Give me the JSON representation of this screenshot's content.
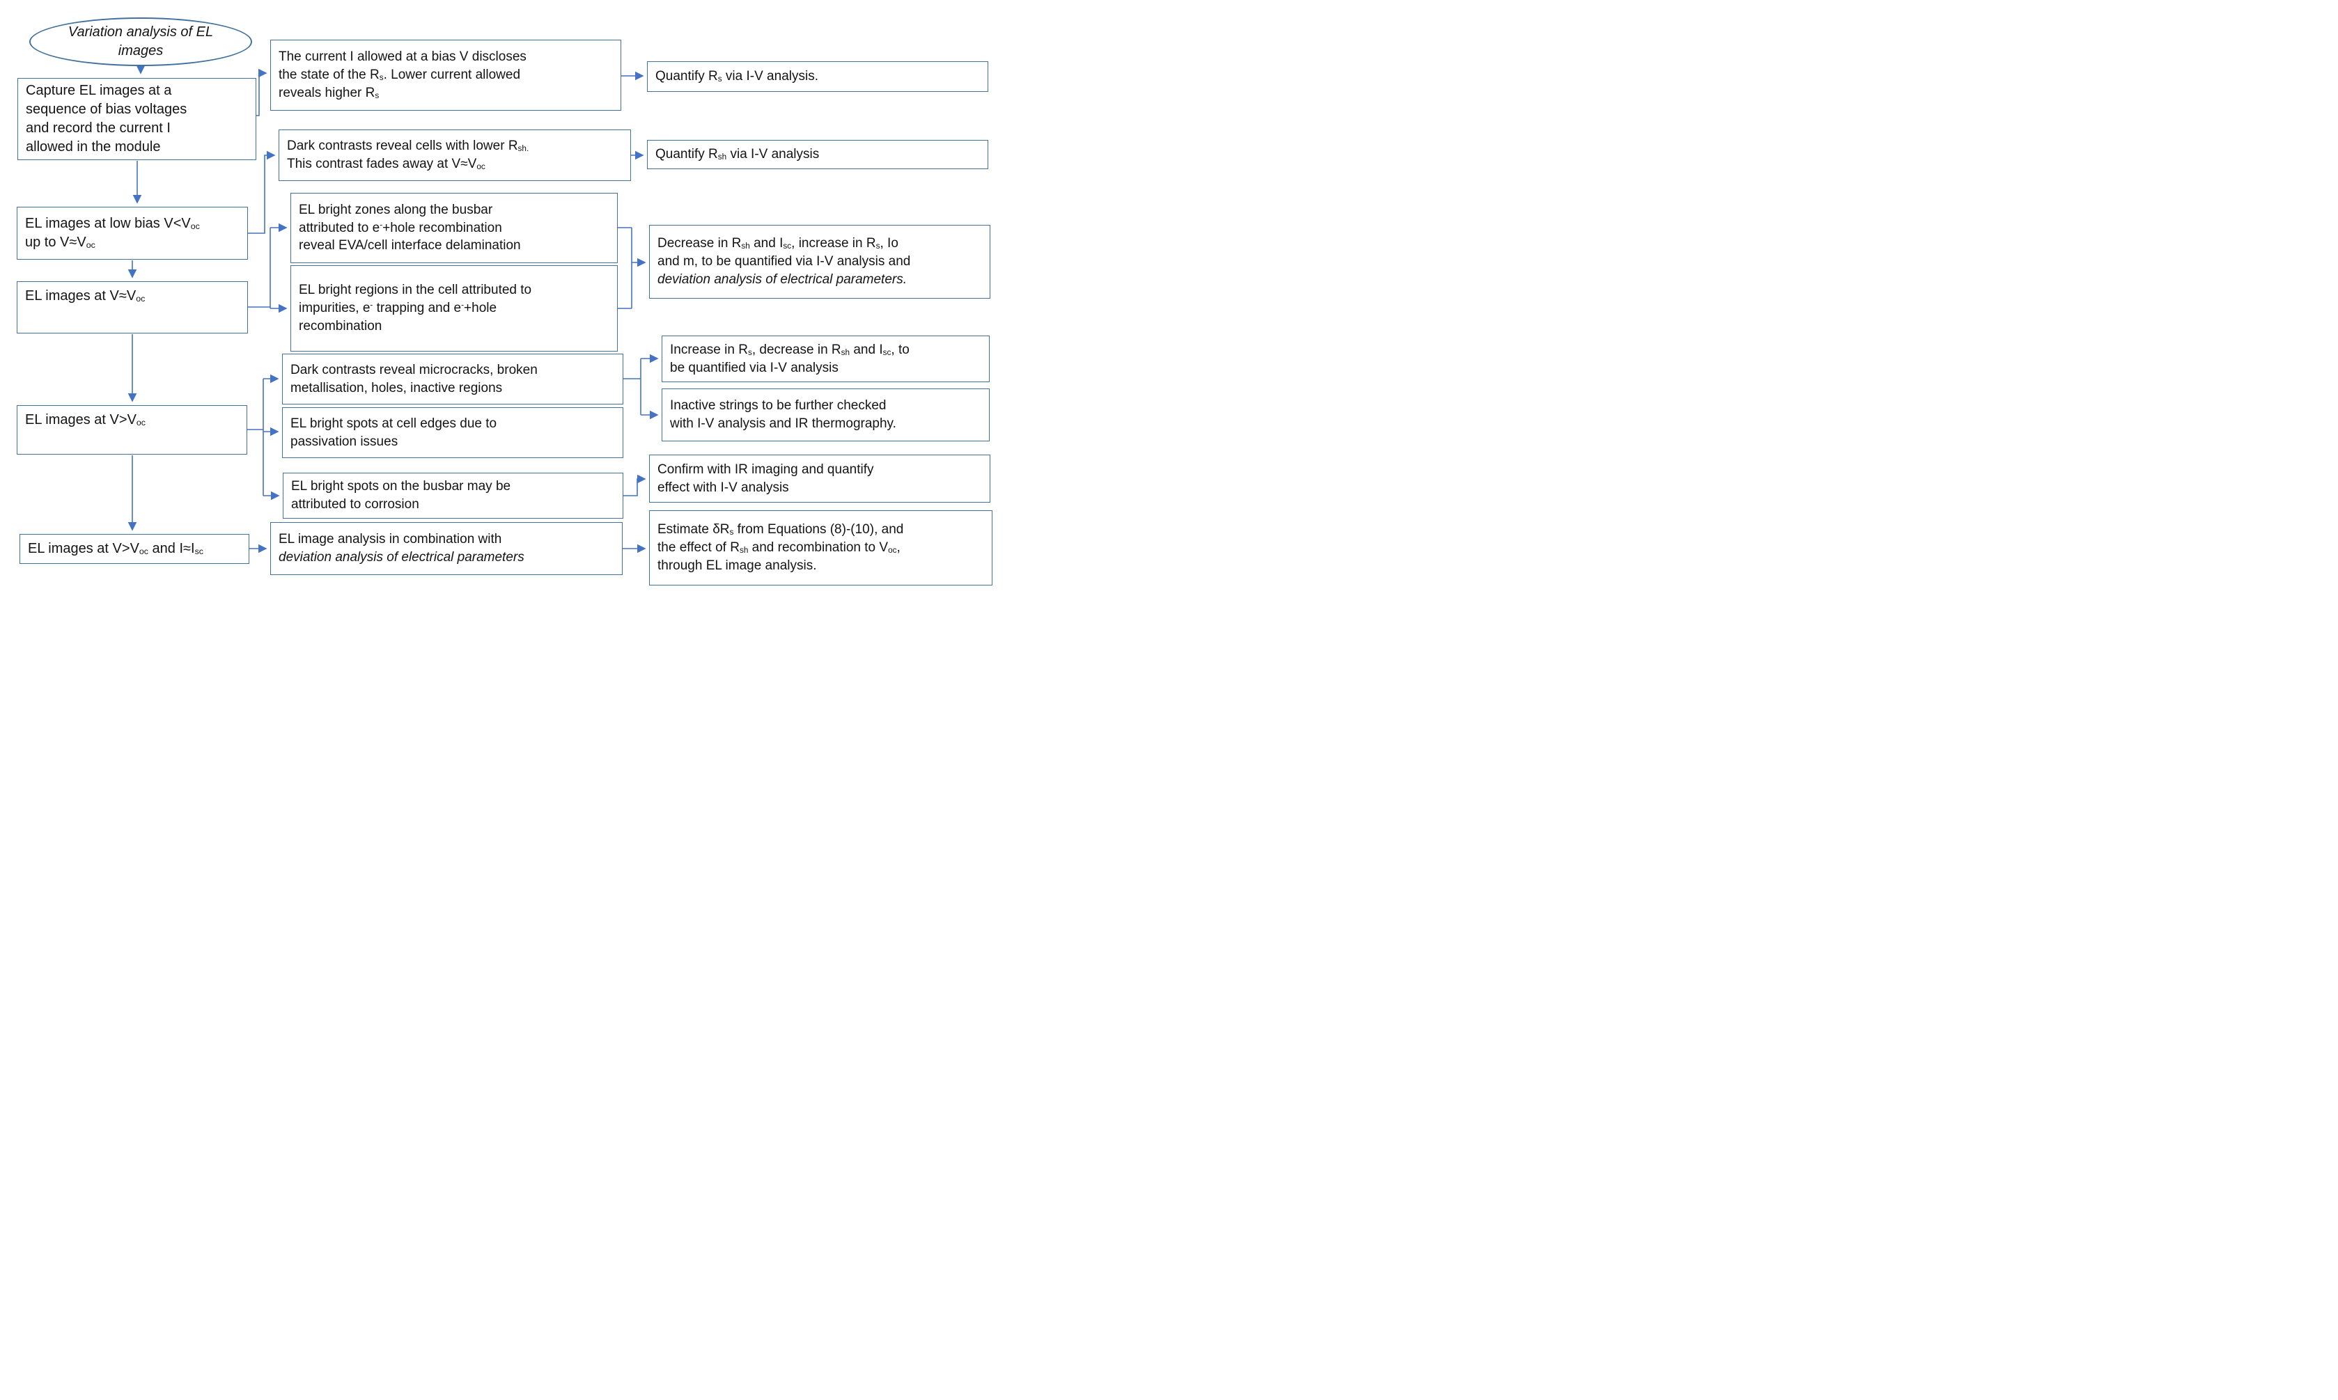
{
  "diagram_title": "Variation analysis of EL images",
  "colors": {
    "box_border": "#41719C",
    "connector": "#4472C4",
    "text": "#141414",
    "background": "#ffffff"
  },
  "nodes": {
    "start": {
      "lines": [
        [
          {
            "t": "Variation analysis of EL",
            "i": true
          }
        ],
        [
          {
            "t": "images",
            "i": true
          }
        ]
      ]
    },
    "a": {
      "lines": [
        [
          {
            "t": "Capture EL images at a"
          }
        ],
        [
          {
            "t": "sequence of bias voltages"
          }
        ],
        [
          {
            "t": "and record the current I"
          }
        ],
        [
          {
            "t": "allowed in the module"
          }
        ]
      ]
    },
    "b": {
      "lines": [
        [
          {
            "t": "EL images at low bias V<V"
          },
          {
            "t": "oc",
            "sub": true
          }
        ],
        [
          {
            "t": "up to V≈V"
          },
          {
            "t": "oc",
            "sub": true
          }
        ]
      ]
    },
    "c": {
      "lines": [
        [
          {
            "t": "EL images at V≈V"
          },
          {
            "t": "oc",
            "sub": true
          }
        ]
      ]
    },
    "d": {
      "lines": [
        [
          {
            "t": "EL images at V>V"
          },
          {
            "t": "oc",
            "sub": true
          }
        ]
      ]
    },
    "e": {
      "lines": [
        [
          {
            "t": "EL images at V>V"
          },
          {
            "t": "oc",
            "sub": true
          },
          {
            "t": " and I≈I"
          },
          {
            "t": "sc",
            "sub": true
          }
        ]
      ]
    },
    "m1": {
      "lines": [
        [
          {
            "t": "The current I allowed at a bias V discloses"
          }
        ],
        [
          {
            "t": "the state of the R"
          },
          {
            "t": "s",
            "sub": true
          },
          {
            "t": ". Lower current allowed"
          }
        ],
        [
          {
            "t": "reveals higher R"
          },
          {
            "t": "s",
            "sub": true
          }
        ]
      ]
    },
    "m2": {
      "lines": [
        [
          {
            "t": "Dark contrasts reveal cells with lower R"
          },
          {
            "t": "sh.",
            "sub": true
          }
        ],
        [
          {
            "t": "This contrast fades away at V≈V"
          },
          {
            "t": "oc",
            "sub": true
          }
        ]
      ]
    },
    "m3": {
      "lines": [
        [
          {
            "t": "EL bright zones along the busbar"
          }
        ],
        [
          {
            "t": "attributed to e"
          },
          {
            "t": "-",
            "sup": true
          },
          {
            "t": "+hole recombination"
          }
        ],
        [
          {
            "t": "reveal EVA/cell interface delamination"
          }
        ]
      ]
    },
    "m4": {
      "lines": [
        [
          {
            "t": "EL bright regions in the cell attributed to"
          }
        ],
        [
          {
            "t": "impurities, e"
          },
          {
            "t": "-",
            "sup": true
          },
          {
            "t": " trapping and e"
          },
          {
            "t": "-",
            "sup": true
          },
          {
            "t": "+hole"
          }
        ],
        [
          {
            "t": "recombination"
          }
        ]
      ]
    },
    "m5": {
      "lines": [
        [
          {
            "t": "Dark contrasts reveal microcracks, broken"
          }
        ],
        [
          {
            "t": "metallisation, holes, inactive regions"
          }
        ]
      ]
    },
    "m6": {
      "lines": [
        [
          {
            "t": "EL bright spots at cell edges due to"
          }
        ],
        [
          {
            "t": "passivation issues"
          }
        ]
      ]
    },
    "m7": {
      "lines": [
        [
          {
            "t": "EL bright spots on the busbar may be"
          }
        ],
        [
          {
            "t": "attributed to corrosion"
          }
        ]
      ]
    },
    "m8": {
      "lines": [
        [
          {
            "t": "EL image analysis in combination with"
          }
        ],
        [
          {
            "t": "deviation analysis of electrical parameters",
            "i": true
          }
        ]
      ]
    },
    "r1": {
      "lines": [
        [
          {
            "t": "Quantify R"
          },
          {
            "t": "s",
            "sub": true
          },
          {
            "t": " via I-V analysis."
          }
        ]
      ]
    },
    "r2": {
      "lines": [
        [
          {
            "t": "Quantify R"
          },
          {
            "t": "sh",
            "sub": true
          },
          {
            "t": " via I-V analysis"
          }
        ]
      ]
    },
    "r3": {
      "lines": [
        [
          {
            "t": "Decrease in R"
          },
          {
            "t": "sh",
            "sub": true
          },
          {
            "t": " and I"
          },
          {
            "t": "sc",
            "sub": true
          },
          {
            "t": ", increase in R"
          },
          {
            "t": "s",
            "sub": true
          },
          {
            "t": ", Io"
          }
        ],
        [
          {
            "t": "and m, to be quantified via I-V analysis and"
          }
        ],
        [
          {
            "t": "deviation analysis of electrical parameters.",
            "i": true
          }
        ]
      ]
    },
    "r4": {
      "lines": [
        [
          {
            "t": "Increase in R"
          },
          {
            "t": "s",
            "sub": true
          },
          {
            "t": ", decrease in R"
          },
          {
            "t": "sh",
            "sub": true
          },
          {
            "t": " and I"
          },
          {
            "t": "sc",
            "sub": true
          },
          {
            "t": ", to"
          }
        ],
        [
          {
            "t": "be quantified via I-V analysis"
          }
        ]
      ]
    },
    "r5": {
      "lines": [
        [
          {
            "t": "Inactive strings to be further checked"
          }
        ],
        [
          {
            "t": "with I-V analysis and IR thermography."
          }
        ]
      ]
    },
    "r6": {
      "lines": [
        [
          {
            "t": "Confirm with IR imaging and quantify"
          }
        ],
        [
          {
            "t": "effect with I-V analysis"
          }
        ]
      ]
    },
    "r7": {
      "lines": [
        [
          {
            "t": "Estimate δR"
          },
          {
            "t": "s",
            "sub": true
          },
          {
            "t": " from Equations (8)-(10), and"
          }
        ],
        [
          {
            "t": "the effect of R"
          },
          {
            "t": "sh",
            "sub": true
          },
          {
            "t": " and recombination to V"
          },
          {
            "t": "oc",
            "sub": true
          },
          {
            "t": ","
          }
        ],
        [
          {
            "t": "through EL image analysis."
          }
        ]
      ]
    }
  }
}
